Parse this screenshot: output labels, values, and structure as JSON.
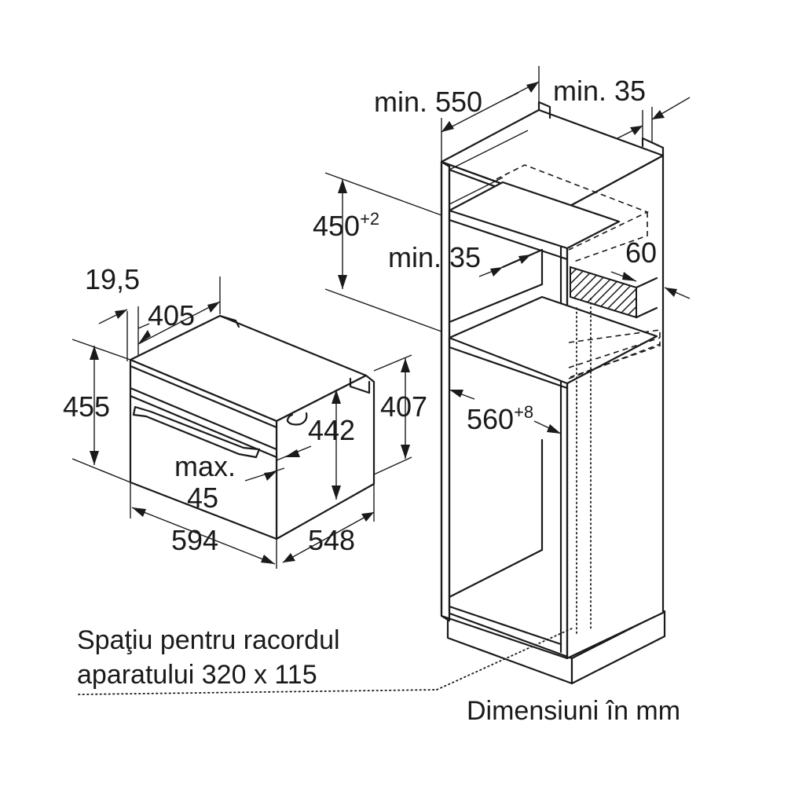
{
  "dimensions": {
    "oven_depth_offset": "19,5",
    "oven_depth_inner": "405",
    "oven_total_height": "455",
    "oven_cavity_height": "442",
    "oven_side_height": "407",
    "panel_protrusion_label": "max.",
    "panel_protrusion_value": "45",
    "oven_width": "594",
    "oven_depth": "548",
    "niche_depth_min": "min. 550",
    "back_gap_min": "min. 35",
    "niche_height_base": "450",
    "niche_height_tolerance": "+2",
    "shelf_gap_min": "min. 35",
    "vent_depth": "60",
    "niche_width_base": "560",
    "niche_width_tolerance": "+8"
  },
  "notes": {
    "connection_space_line1": "Spaţiu pentru racordul",
    "connection_space_line2": "aparatului 320 x 115",
    "units": "Dimensiuni în mm"
  },
  "colors": {
    "line": "#1a1a1a",
    "background": "#ffffff"
  }
}
